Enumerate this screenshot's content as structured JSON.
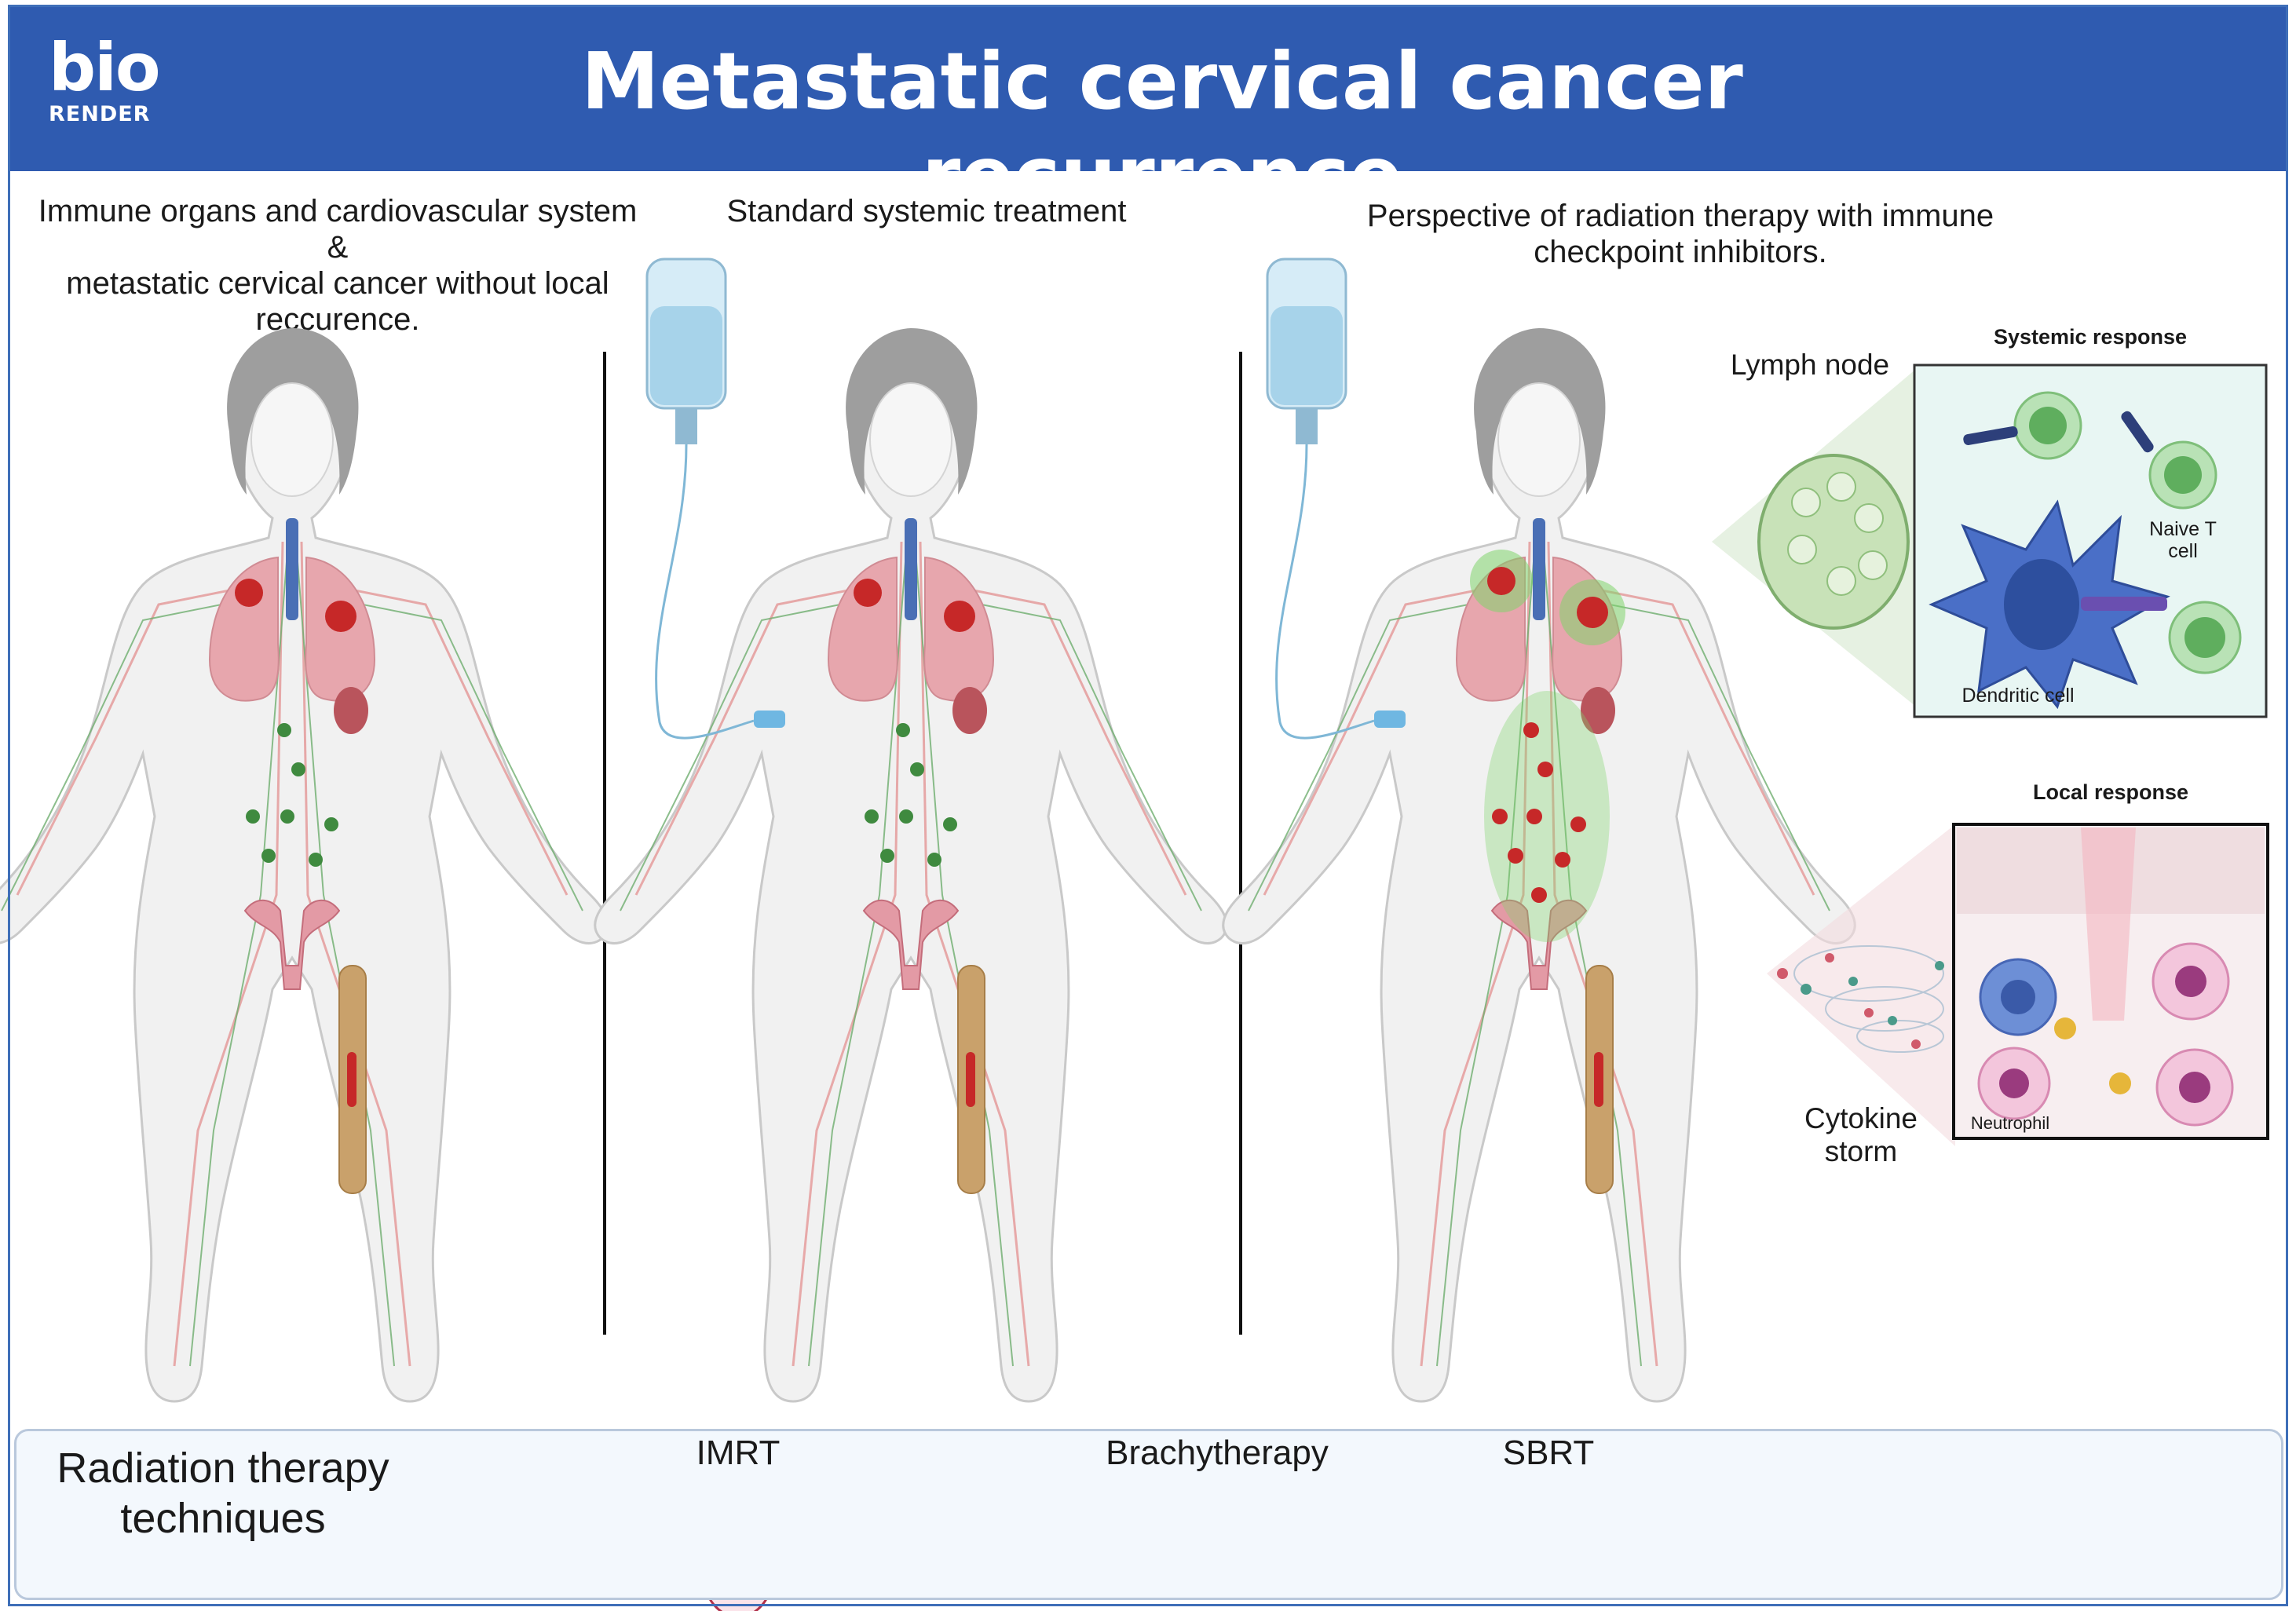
{
  "header": {
    "logo_top": "bio",
    "logo_bottom": "RENDER",
    "title": "Metastatic cervical cancer recurrence",
    "color": "#2f5bb0"
  },
  "columns": [
    {
      "heading_line1": "Immune organs and cardiovascular system",
      "heading_line2": "&",
      "heading_line3": "metastatic cervical cancer without local",
      "heading_line4": "reccurence."
    },
    {
      "heading_line1": "Standard systemic treatment"
    },
    {
      "heading_line1": "Perspective of radiation therapy with immune",
      "heading_line2": "checkpoint inhibitors."
    }
  ],
  "callouts": {
    "lymph_node": "Lymph node",
    "systemic_title": "Systemic response",
    "naive_t_cell_line1": "Naive T",
    "naive_t_cell_line2": "cell",
    "dendritic_cell": "Dendritic cell",
    "local_title": "Local response",
    "cytokine_line1": "Cytokine",
    "cytokine_line2": "storm",
    "neutrophil": "Neutrophil"
  },
  "footer": {
    "title_line1": "Radiation therapy",
    "title_line2": "techniques",
    "techniques": [
      {
        "label": "IMRT",
        "icon": "applicator-icon"
      },
      {
        "label": "Brachytherapy",
        "icon": "radiation-source-icon"
      },
      {
        "label": "SBRT",
        "icon": "tumor-target-icon"
      }
    ]
  },
  "colors": {
    "tumor": "#c62828",
    "lung": "#e7a6ad",
    "lymph": "#3f8a3f",
    "bone": "#c9a16b",
    "iv_bag": "#a7d3ea",
    "glow": "#7fd36b"
  }
}
